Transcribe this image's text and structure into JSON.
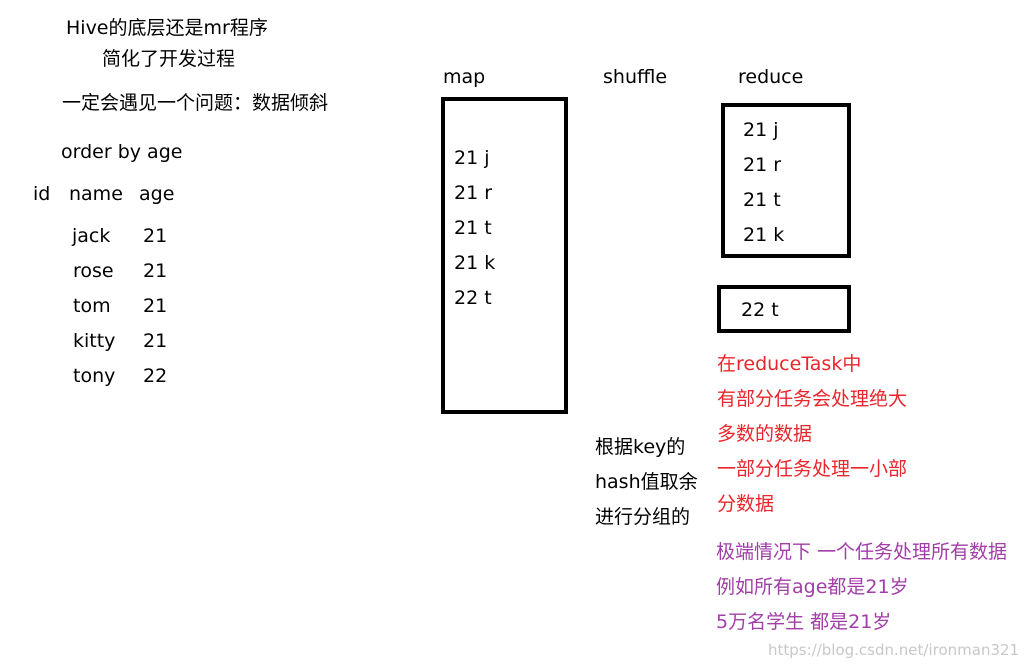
{
  "notes": {
    "line1": "Hive的底层还是mr程序",
    "line2": "简化了开发过程",
    "line3": "一定会遇见一个问题：数据倾斜",
    "query": "order by age"
  },
  "table": {
    "headers": [
      "id",
      "name",
      "age"
    ],
    "rows": [
      {
        "name": "jack",
        "age": "21"
      },
      {
        "name": "rose",
        "age": "21"
      },
      {
        "name": "tom",
        "age": "21"
      },
      {
        "name": "kitty",
        "age": "21"
      },
      {
        "name": "tony",
        "age": "22"
      }
    ]
  },
  "stages": {
    "map": "map",
    "shuffle": "shuffle",
    "reduce": "reduce"
  },
  "map_items": [
    "21 j",
    "21 r",
    "21 t",
    "21 k",
    "22 t"
  ],
  "reduce1_items": [
    "21 j",
    "21 r",
    "21 t",
    "21 k"
  ],
  "reduce2_items": [
    "22 t"
  ],
  "shuffle_note": [
    "根据key的",
    "hash值取余",
    "进行分组的"
  ],
  "red_note": [
    "在reduceTask中",
    "有部分任务会处理绝大",
    "多数的数据",
    "一部分任务处理一小部",
    "分数据"
  ],
  "purple_note": [
    "极端情况下 一个任务处理所有数据",
    "例如所有age都是21岁",
    "5万名学生 都是21岁"
  ],
  "watermark": "https://blog.csdn.net/ironman321",
  "colors": {
    "red": "#e8262c",
    "purple": "#a23ea7",
    "box": "#000000"
  }
}
